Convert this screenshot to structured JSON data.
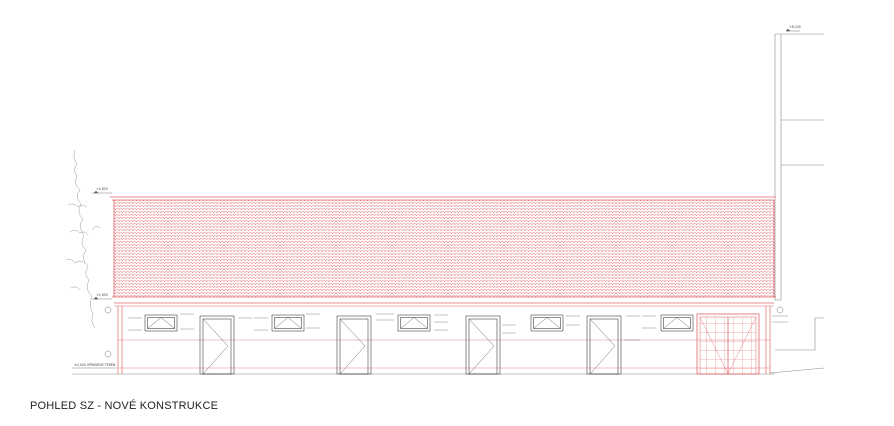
{
  "drawing": {
    "caption": "POHLED SZ - NOVÉ KONSTRUKCE",
    "colors": {
      "construction": "#e06666",
      "existing": "#888888",
      "dimension": "#555555"
    },
    "doors": 4,
    "windows": 5,
    "gate": 1
  }
}
